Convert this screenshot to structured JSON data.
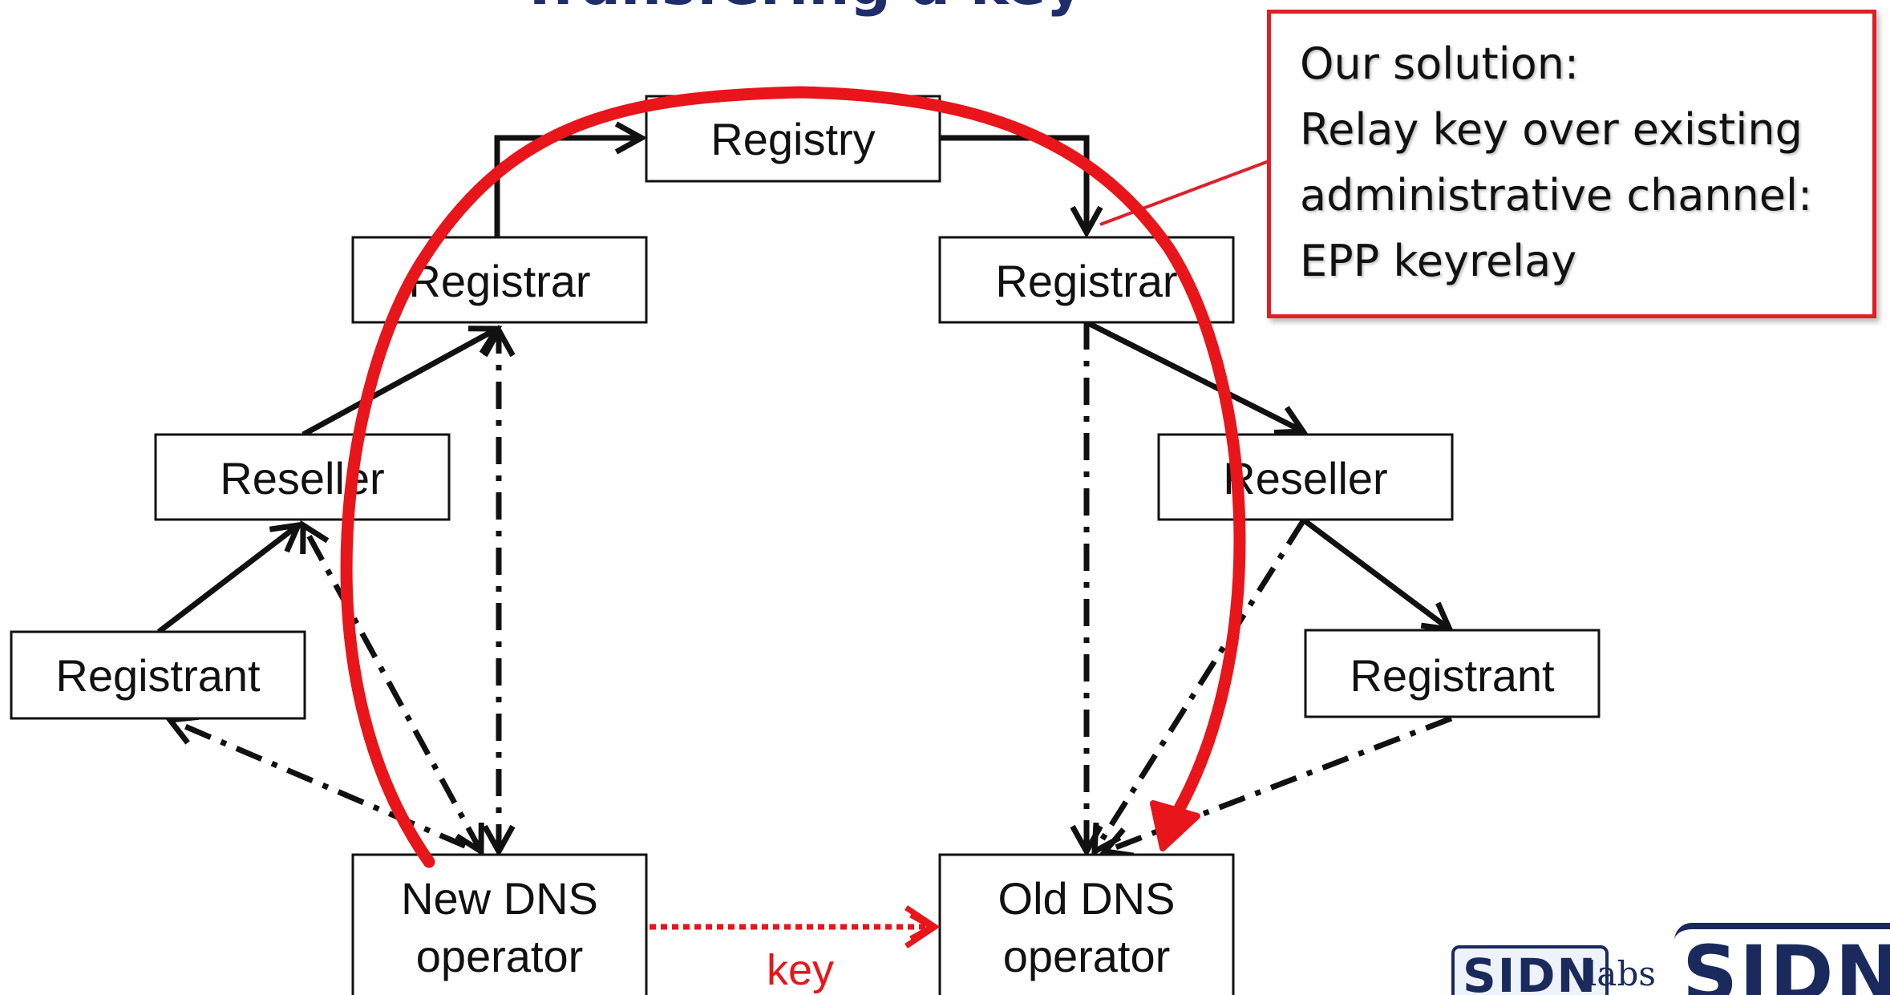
{
  "slide": {
    "title": "Transfering a key"
  },
  "nodes": {
    "registry": "Registry",
    "registrar_left": "Registrar",
    "registrar_right": "Registrar",
    "reseller_left": "Reseller",
    "reseller_right": "Reseller",
    "registrant_left": "Registrant",
    "registrant_right": "Registrant",
    "new_dns_line1": "New DNS",
    "new_dns_line2": "operator",
    "old_dns_line1": "Old DNS",
    "old_dns_line2": "operator"
  },
  "key_label": "key",
  "callout": {
    "line1": "Our solution:",
    "line2": "Relay key over existing",
    "line3": "administrative channel:",
    "line4": "EPP keyrelay"
  },
  "logos": {
    "sidn_labs": "SIDN",
    "labs": "labs",
    "sidn": "SIDN"
  },
  "colors": {
    "accent": "#e8151b",
    "title": "#1f2d6b",
    "lines": "#111111"
  }
}
